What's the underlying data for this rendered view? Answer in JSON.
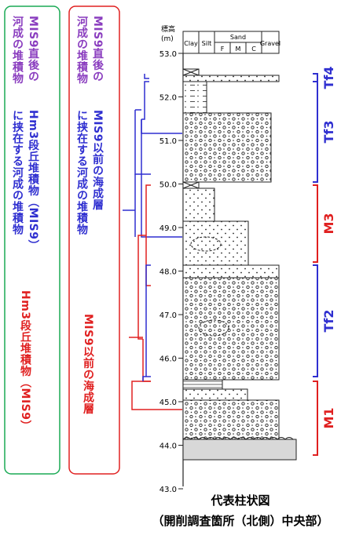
{
  "left_box": {
    "top_purple": "MIS9直後の\n河成の堆積物",
    "mid_blue": "Hm3段丘堆積物（MIS9）\nに挟在する河成の堆積物",
    "bottom_red": "Hm3段丘堆積物（MIS9）"
  },
  "mid_box": {
    "top_purple": "MIS9直後の\n河成の堆積物",
    "mid_blue": "MIS9以前の海成層\nに挟在する河成の堆積物",
    "bottom_red": "MIS9以前の海成層"
  },
  "column": {
    "elevation_label": "標高",
    "unit_label": "(m)",
    "grain_headers": {
      "clay": "Clay",
      "silt": "Silt",
      "sand": "Sand",
      "gravel": "Gravel"
    },
    "sand_sub": [
      "F",
      "M",
      "C"
    ],
    "ticks": [
      "53.0",
      "52.0",
      "51.0",
      "50.0",
      "49.0",
      "48.0",
      "47.0",
      "46.0",
      "45.0",
      "44.0",
      "43.0"
    ]
  },
  "units": [
    {
      "label": "Tf4",
      "color": "#2f2fd0"
    },
    {
      "label": "Tf3",
      "color": "#2f2fd0"
    },
    {
      "label": "M3",
      "color": "#e02020"
    },
    {
      "label": "Tf2",
      "color": "#2f2fd0"
    },
    {
      "label": "M1",
      "color": "#e02020"
    }
  ],
  "caption": {
    "line1": "代表柱状図",
    "line2": "（開削調査箇所（北側）中央部）"
  },
  "colors": {
    "green": "#1aaa55",
    "red": "#e02020",
    "blue": "#2f2fd0",
    "purple": "#8a3dbf"
  }
}
